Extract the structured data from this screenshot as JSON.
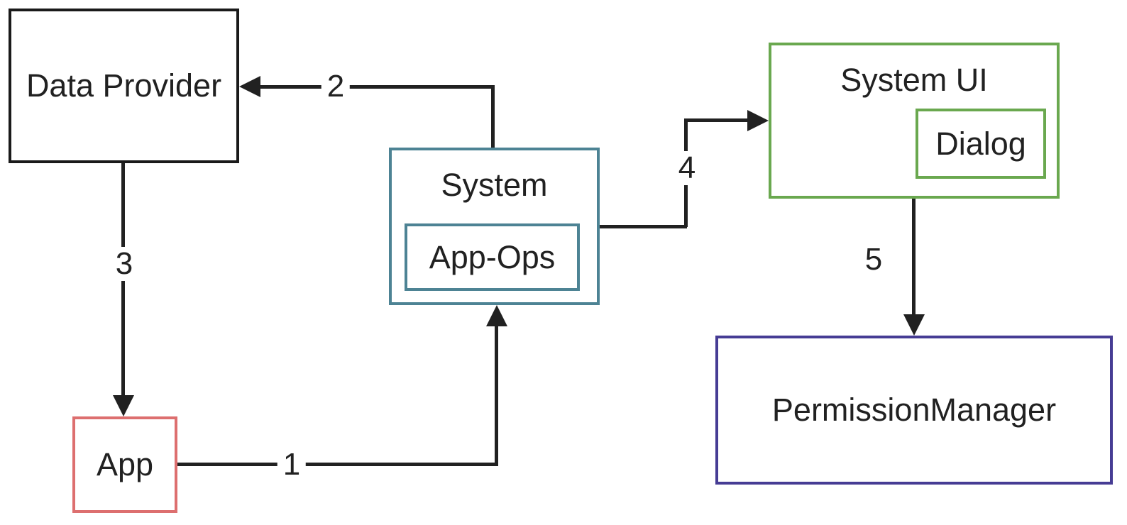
{
  "palette": {
    "line": "#212121",
    "text": "#212121",
    "data_provider_border": "#1a1a1a",
    "system_border": "#4d8394",
    "system_ui_border": "#6aa84f",
    "app_border": "#dd6f6f",
    "permission_manager_border": "#463c94"
  },
  "nodes": {
    "data_provider": {
      "label": "Data Provider"
    },
    "system": {
      "label": "System",
      "child": {
        "label": "App-Ops"
      }
    },
    "system_ui": {
      "label": "System UI",
      "child": {
        "label": "Dialog"
      }
    },
    "app": {
      "label": "App"
    },
    "permission_manager": {
      "label": "PermissionManager"
    }
  },
  "arrows": {
    "step1": {
      "label": "1",
      "from": "App",
      "to": "System"
    },
    "step2": {
      "label": "2",
      "from": "System",
      "to": "Data Provider"
    },
    "step3": {
      "label": "3",
      "from": "Data Provider",
      "to": "App"
    },
    "step4": {
      "label": "4",
      "from": "System",
      "to": "System UI"
    },
    "step5": {
      "label": "5",
      "from": "System UI",
      "to": "PermissionManager"
    }
  }
}
